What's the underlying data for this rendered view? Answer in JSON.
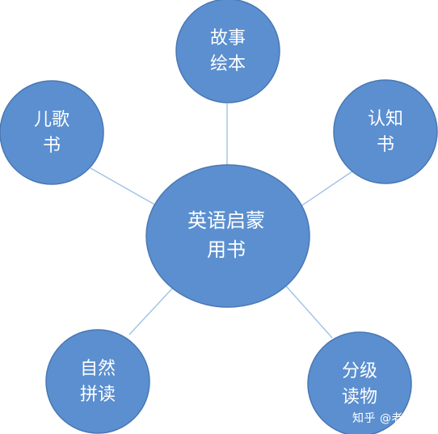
{
  "diagram": {
    "center": {
      "line1": "英语启蒙",
      "line2": "用书"
    },
    "nodes": [
      {
        "line1": "故事",
        "line2": "绘本"
      },
      {
        "line1": "儿歌",
        "line2": "书"
      },
      {
        "line1": "认知",
        "line2": "书"
      },
      {
        "line1": "自然",
        "line2": "拼读"
      },
      {
        "line1": "分级",
        "line2": "读物"
      }
    ]
  },
  "watermark": {
    "text": "知乎 @老沐哥"
  },
  "colors": {
    "node_fill": "#5b8fd0",
    "node_stroke": "#4a78b3",
    "connector": "#9fc2e6",
    "text": "#ffffff"
  }
}
